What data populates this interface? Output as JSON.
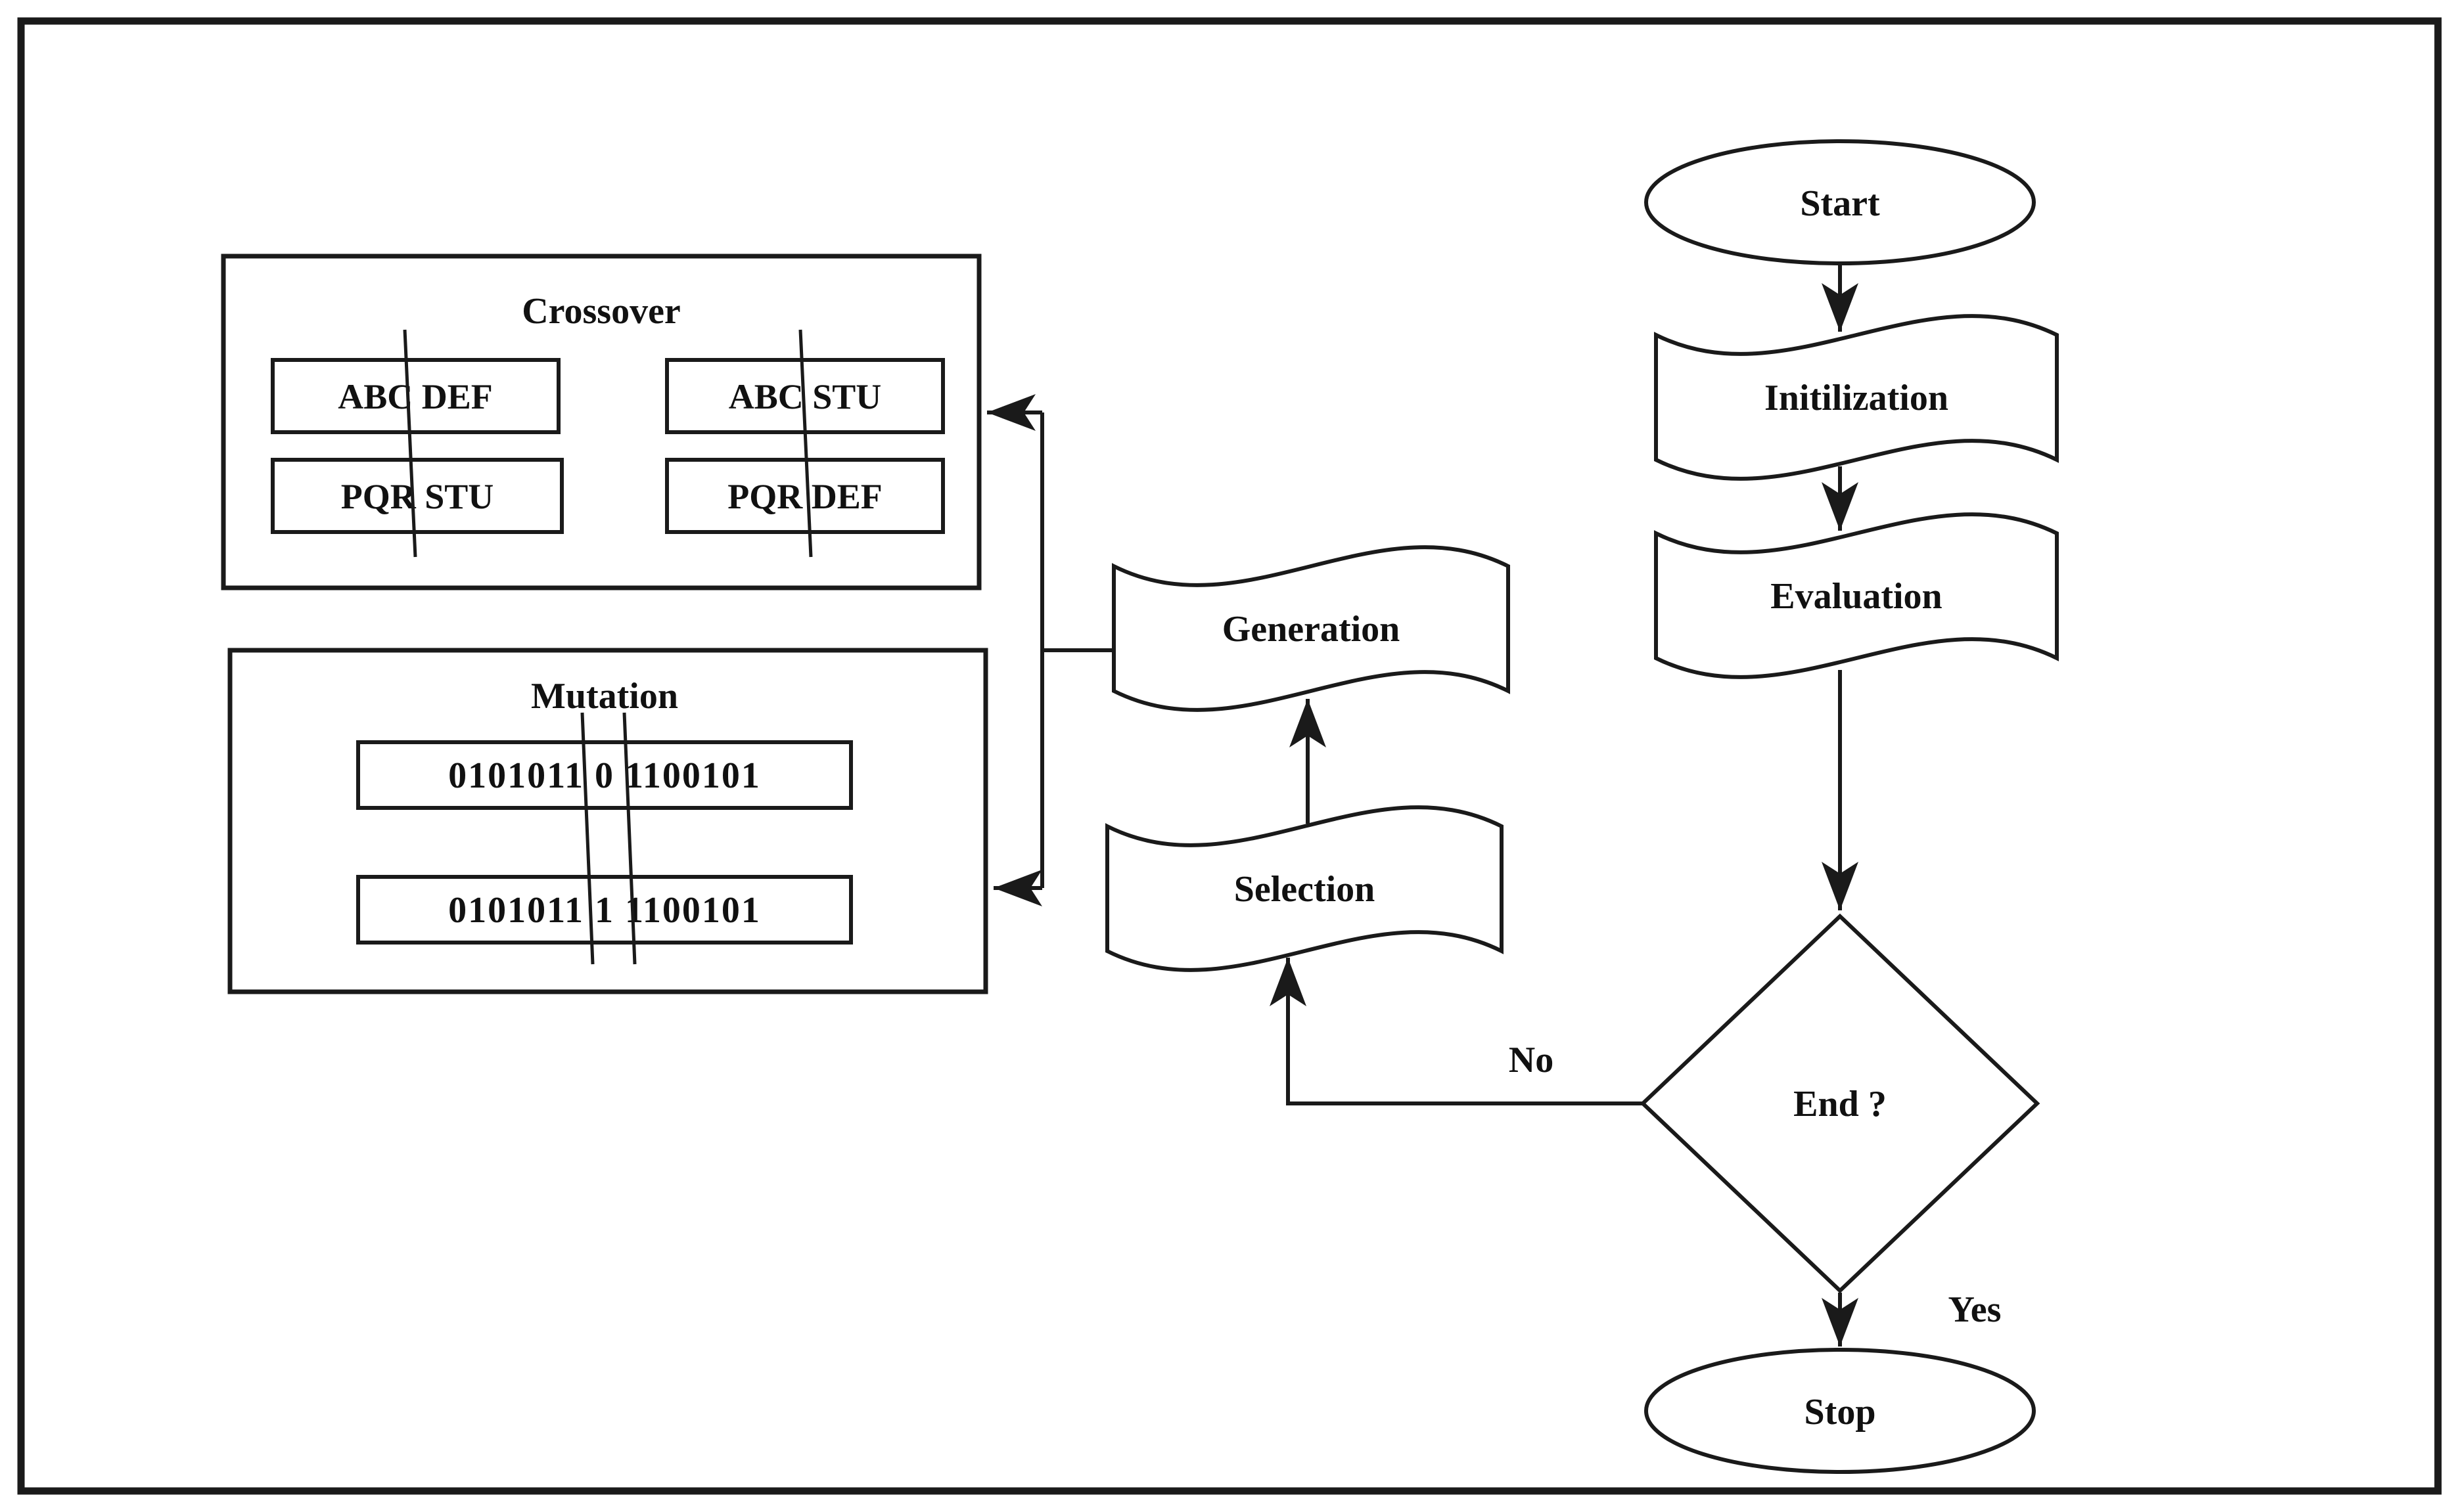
{
  "figure": {
    "background": "#ffffff",
    "line_color": "#1a1a1a"
  },
  "nodes": {
    "start": {
      "label": "Start"
    },
    "initilization": {
      "label": "Initilization"
    },
    "evaluation": {
      "label": "Evaluation"
    },
    "generation": {
      "label": "Generation"
    },
    "selection": {
      "label": "Selection"
    },
    "end_decision": {
      "label": "End ?"
    },
    "stop": {
      "label": "Stop"
    }
  },
  "edge_labels": {
    "yes": "Yes",
    "no": "No"
  },
  "crossover": {
    "title": "Crossover",
    "parent_top_left": "ABC DEF",
    "parent_top_right": "ABC STU",
    "parent_bottom_left": "PQR STU",
    "parent_bottom_right": "PQR DEF"
  },
  "mutation": {
    "title": "Mutation",
    "chromosome_before": "0101011 0 1100101",
    "chromosome_after": "0101011 1 1100101"
  }
}
